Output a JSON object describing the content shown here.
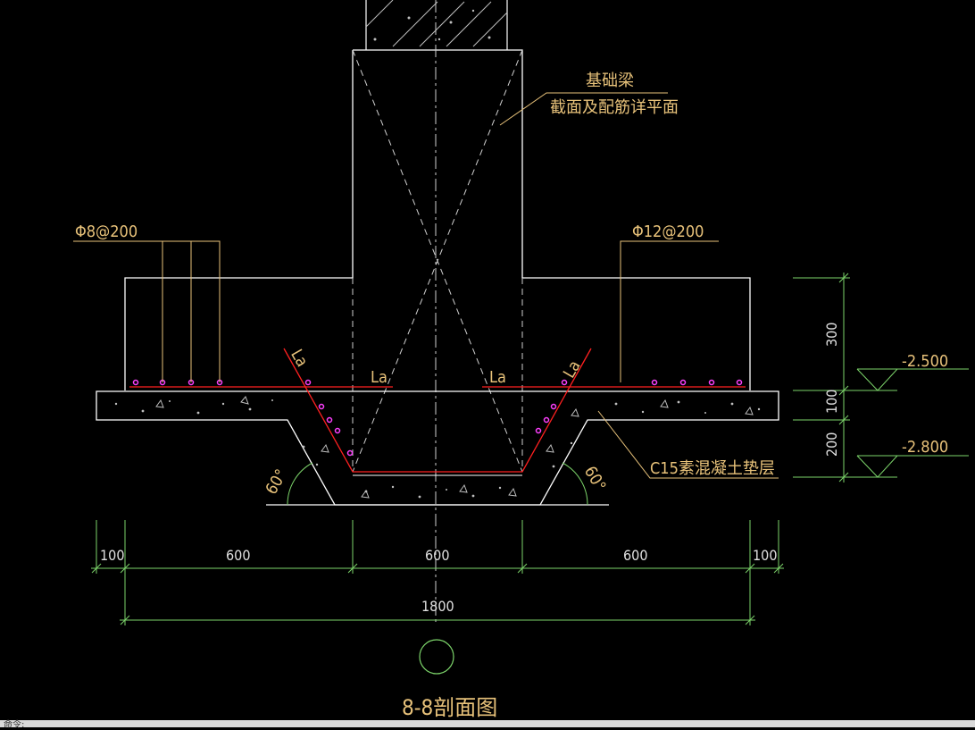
{
  "drawing": {
    "title": "8-8剖面图",
    "callout_beam_line1": "基础梁",
    "callout_beam_line2": "截面及配筋详平面",
    "rebar_left": "Φ8@200",
    "rebar_right": "Φ12@200",
    "la_labels": [
      "La",
      "La",
      "La",
      "La"
    ],
    "angle_label": "60°",
    "cushion_label": "C15素混凝土垫层",
    "elevation_top": "-2.500",
    "elevation_bottom": "-2.800",
    "vertical_dims": [
      "300",
      "100",
      "200"
    ],
    "horizontal_dims": [
      "100",
      "600",
      "600",
      "600",
      "100"
    ],
    "total_dim": "1800"
  },
  "colors": {
    "outline": "#ffffff",
    "rebar": "#ff2020",
    "rebar_dot": "#ff40ff",
    "dimension": "#7cd46a",
    "leader": "#e8c27a",
    "hatch": "#bfbfbf"
  },
  "status": {
    "text": "命令:"
  }
}
